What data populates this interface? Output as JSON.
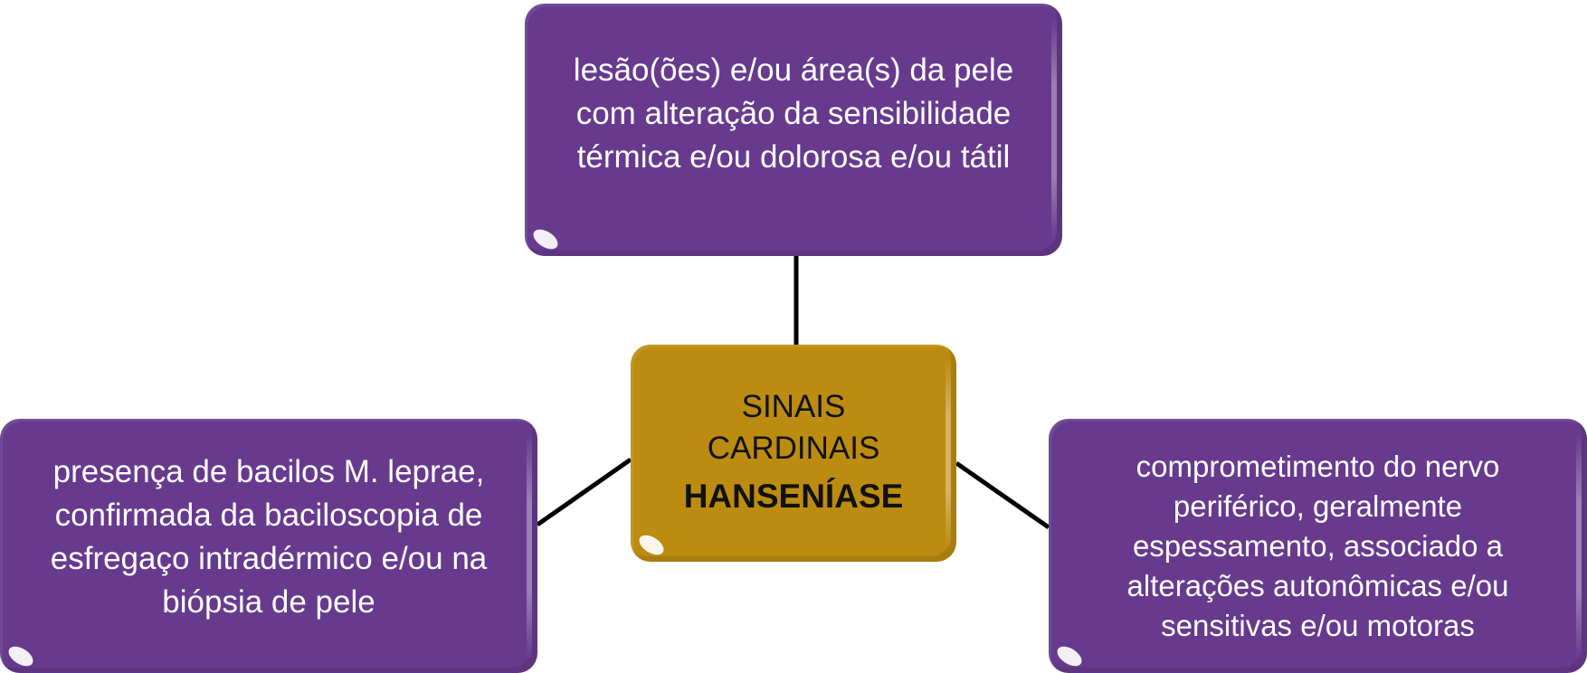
{
  "colors": {
    "purple_box": "#673a8e",
    "gold_box": "#bc8c10",
    "connector": "#000000",
    "white_text": "#ffffff",
    "dark_text": "#111111"
  },
  "center": {
    "label_line1": "SINAIS",
    "label_line2": "CARDINAIS",
    "title": "HANSENÍASE"
  },
  "top_box": {
    "lines": [
      "lesão(ões) e/ou área(s) da pele",
      "com alteração da sensibilidade",
      "térmica e/ou dolorosa e/ou tátil"
    ]
  },
  "left_box": {
    "lines": [
      "presença de bacilos M. leprae,",
      "confirmada da baciloscopia de",
      "esfregaço intradérmico e/ou na",
      "biópsia de pele"
    ]
  },
  "right_box": {
    "lines": [
      "comprometimento do nervo",
      "periférico, geralmente",
      "espessamento, associado a",
      "alterações autonômicas e/ou",
      "sensitivas e/ou motoras"
    ]
  }
}
